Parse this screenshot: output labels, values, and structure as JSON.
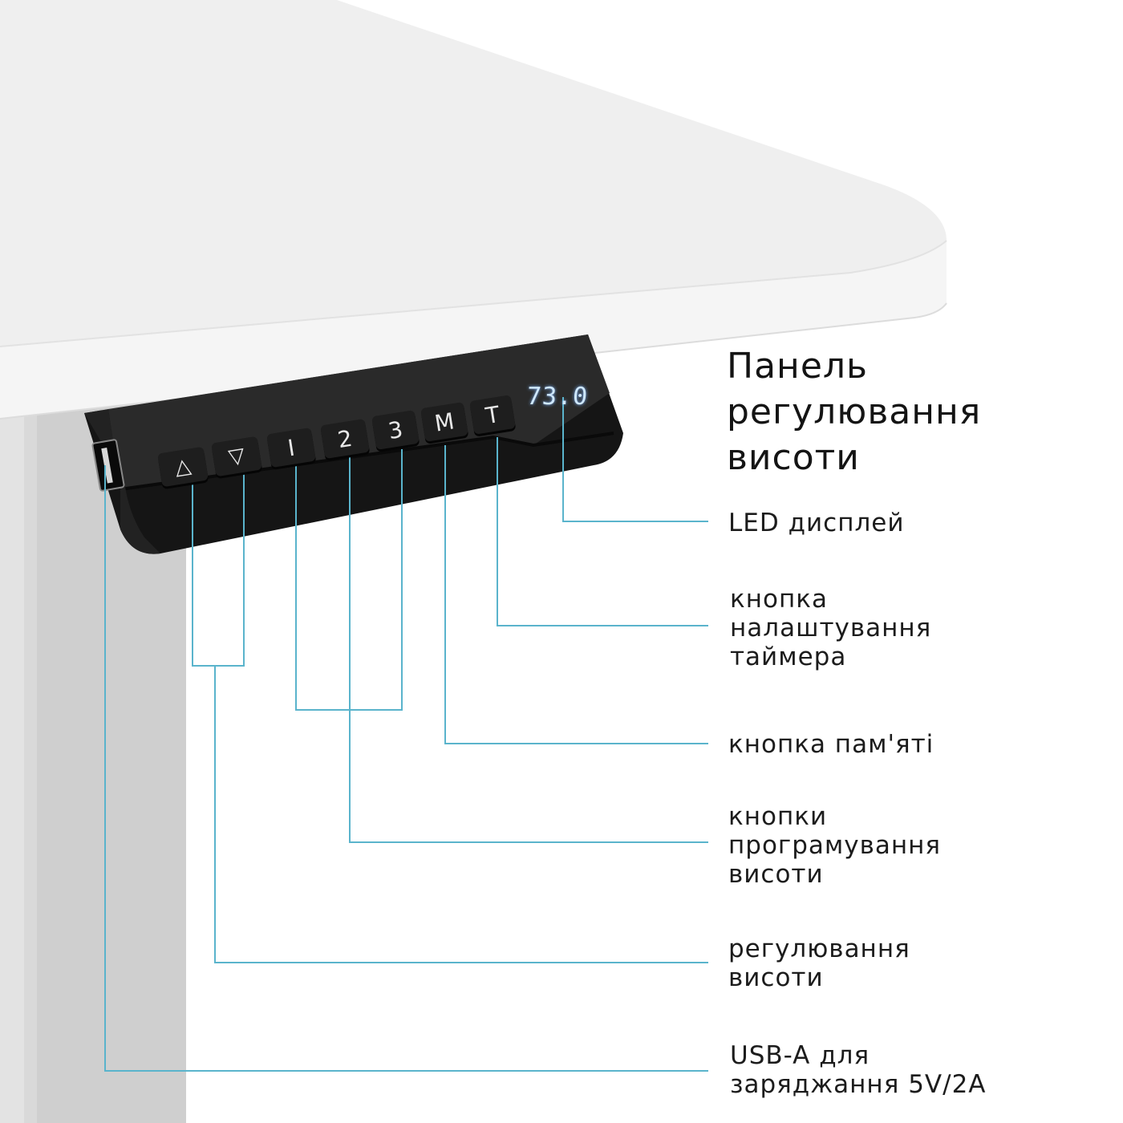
{
  "title": "Панель\nрегулювання\nвисоти",
  "display": {
    "value": "73.0",
    "color": "#cfe8ff"
  },
  "buttons": [
    {
      "id": "up",
      "label": "△",
      "name": "up-arrow-button"
    },
    {
      "id": "down",
      "label": "▽",
      "name": "down-arrow-button"
    },
    {
      "id": "preset1",
      "label": "I",
      "name": "preset-1-button"
    },
    {
      "id": "preset2",
      "label": "2",
      "name": "preset-2-button"
    },
    {
      "id": "preset3",
      "label": "3",
      "name": "preset-3-button"
    },
    {
      "id": "memory",
      "label": "M",
      "name": "memory-button"
    },
    {
      "id": "timer",
      "label": "T",
      "name": "timer-button"
    }
  ],
  "callouts": [
    {
      "target": "LED display",
      "text": "LED дисплей"
    },
    {
      "target": "T button",
      "text": "кнопка\nналаштування\nтаймера"
    },
    {
      "target": "M button",
      "text": "кнопка пам'яті"
    },
    {
      "target": "1/2/3 buttons",
      "text": "кнопки\nпрограмування\nвисоти"
    },
    {
      "target": "up/down buttons",
      "text": "регулювання\nвисоти"
    },
    {
      "target": "USB port",
      "text": "USB-A для\nзаряджання 5V/2A"
    }
  ],
  "colors": {
    "callout_line": "#5ab4cc",
    "panel": "#1b1b1b",
    "leg_light": "#e3e3e3",
    "leg_mid": "#cfcfcf",
    "tabletop": "#f2f2f2"
  }
}
